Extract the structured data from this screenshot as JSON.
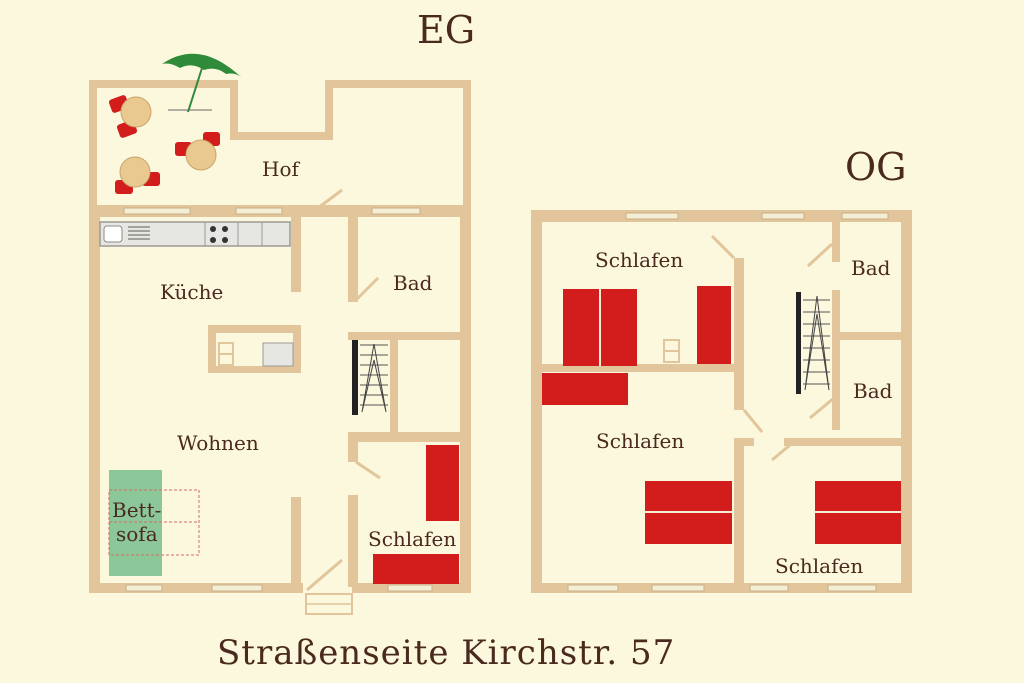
{
  "floors": {
    "eg": {
      "title": "EG",
      "rooms": {
        "hof": "Hof",
        "kueche": "Küche",
        "bad": "Bad",
        "wohnen": "Wohnen",
        "bettsofa_line1": "Bett-",
        "bettsofa_line2": "sofa",
        "schlafen": "Schlafen"
      }
    },
    "og": {
      "title": "OG",
      "rooms": {
        "schlafen_top": "Schlafen",
        "bad_top": "Bad",
        "bad_bottom": "Bad",
        "schlafen_mid": "Schlafen",
        "schlafen_bottom": "Schlafen"
      }
    }
  },
  "footer": "Straßenseite Kirchstr. 57",
  "colors": {
    "wall": "#e2c59a",
    "bed": "#d31c1c",
    "sofa": "#8cc79a",
    "umbrella": "#2f8a3a",
    "text": "#4a2a1e"
  }
}
